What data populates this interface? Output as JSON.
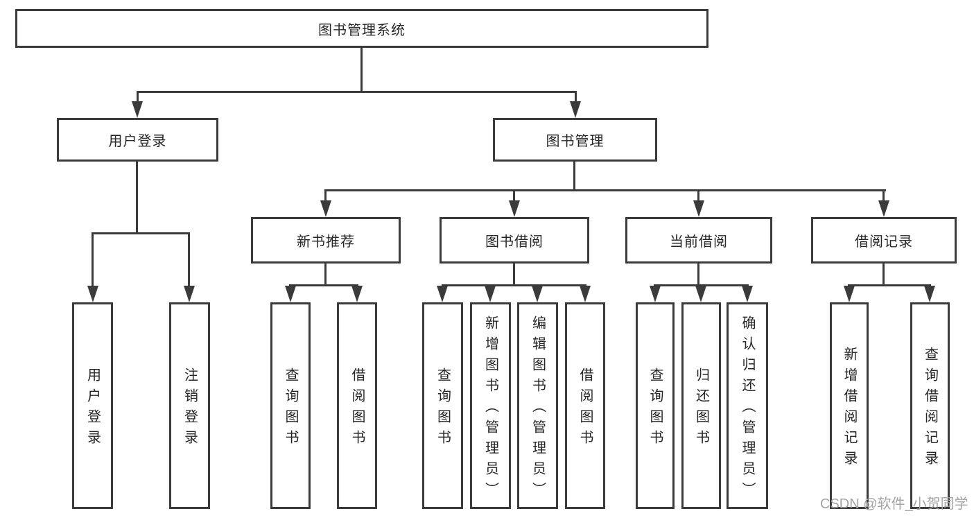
{
  "tree": {
    "label": "图书管理系统",
    "children": [
      {
        "label": "用户登录",
        "children": [
          {
            "label": "用户登录"
          },
          {
            "label": "注销登录"
          }
        ]
      },
      {
        "label": "图书管理",
        "children": [
          {
            "label": "新书推荐",
            "children": [
              {
                "label": "查询图书"
              },
              {
                "label": "借阅图书"
              }
            ]
          },
          {
            "label": "图书借阅",
            "children": [
              {
                "label": "查询图书"
              },
              {
                "label": "新增图书（管理员）"
              },
              {
                "label": "编辑图书（管理员）"
              },
              {
                "label": "借阅图书"
              }
            ]
          },
          {
            "label": "当前借阅",
            "children": [
              {
                "label": "查询图书"
              },
              {
                "label": "归还图书"
              },
              {
                "label": "确认归还（管理员）"
              }
            ]
          },
          {
            "label": "借阅记录",
            "children": [
              {
                "label": "新增借阅记录"
              },
              {
                "label": "查询借阅记录"
              }
            ]
          }
        ]
      }
    ]
  },
  "watermark": {
    "text": "CSDN @软件_小贺同学"
  },
  "colors": {
    "line": "#3b3b3b",
    "text": "#262626",
    "background": "#ffffff",
    "watermark": "#a3a3a3"
  }
}
